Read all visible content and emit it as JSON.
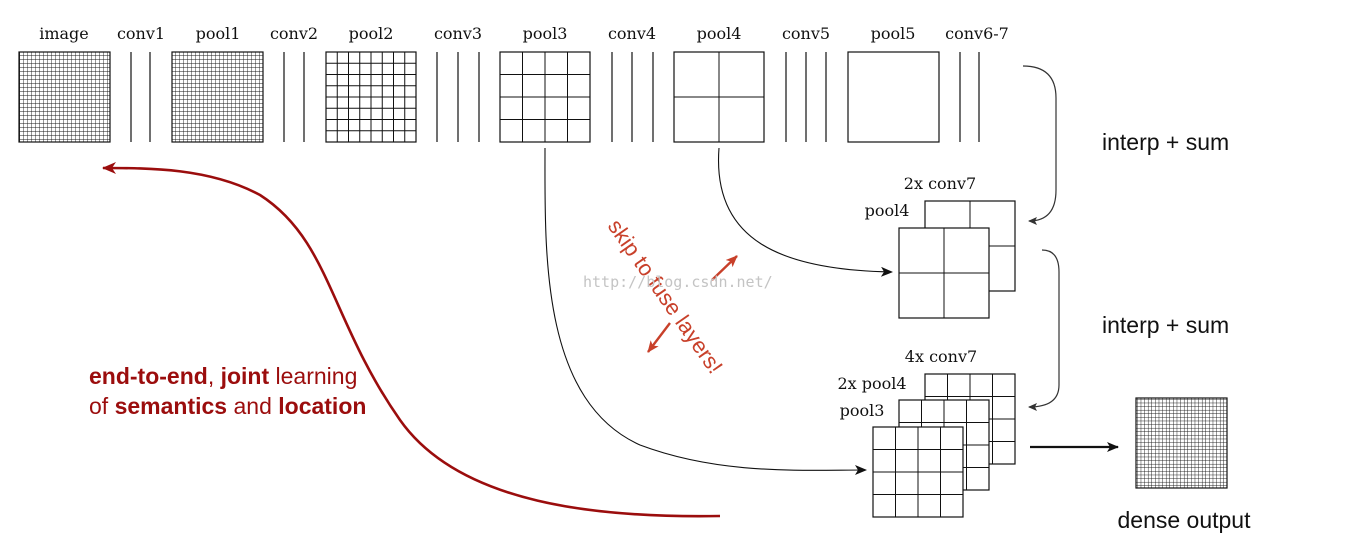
{
  "layer_labels": {
    "image": "image",
    "conv1": "conv1",
    "pool1": "pool1",
    "conv2": "conv2",
    "pool2": "pool2",
    "conv3": "conv3",
    "pool3": "pool3",
    "conv4": "conv4",
    "pool4": "pool4",
    "conv5": "conv5",
    "pool5": "pool5",
    "conv67": "conv6-7"
  },
  "fuse": {
    "stage1_conv7": "2x conv7",
    "stage1_pool4": "pool4",
    "stage2_conv7": "4x conv7",
    "stage2_pool4": "2x pool4",
    "stage2_pool3": "pool3"
  },
  "interp_sum_1": "interp + sum",
  "interp_sum_2": "interp + sum",
  "skip_label": "skip to fuse layers!",
  "watermark": "http://blog.csdn.net/",
  "end_to_end": {
    "b1": "end-to-end",
    "t1": ", ",
    "b2": "joint",
    "t2": " learning",
    "t3": "of ",
    "b3": "semantics",
    "t4": " and ",
    "b4": "location"
  },
  "dense_output": "dense output",
  "colors": {
    "accent_red": "#9b0d0d",
    "skip_red": "#c8402a",
    "line": "#111111"
  }
}
